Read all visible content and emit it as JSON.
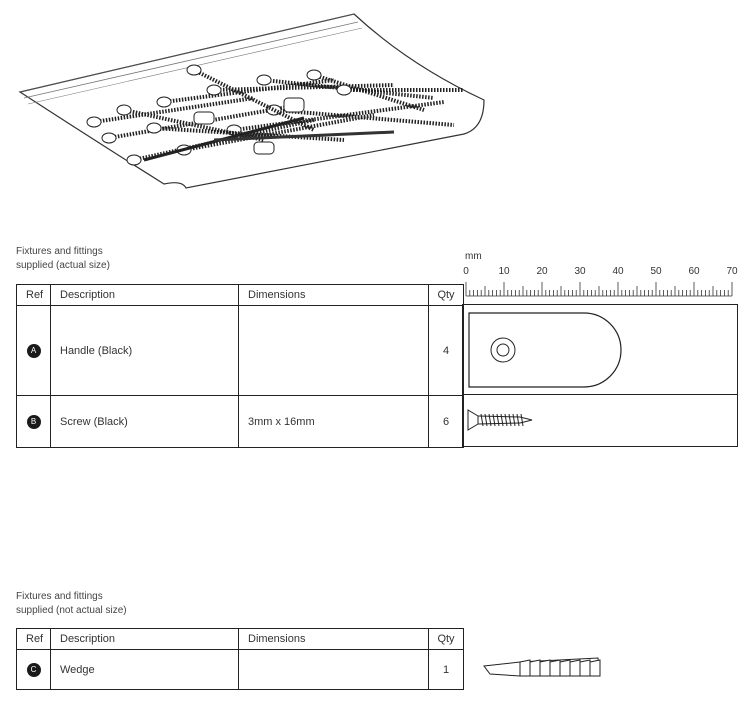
{
  "bag": {
    "illustration": "bag-of-screws"
  },
  "section1": {
    "caption_line1": "Fixtures and fittings",
    "caption_line2": "supplied (actual size)",
    "headers": {
      "ref": "Ref",
      "description": "Description",
      "dimensions": "Dimensions",
      "qty": "Qty"
    },
    "rows": [
      {
        "ref": "A",
        "description": "Handle (Black)",
        "dimensions": "",
        "qty": "4"
      },
      {
        "ref": "B",
        "description": "Screw (Black)",
        "dimensions": "3mm x 16mm",
        "qty": "6"
      }
    ],
    "ruler": {
      "unit": "mm",
      "labels": [
        "0",
        "10",
        "20",
        "30",
        "40",
        "50",
        "60",
        "70"
      ]
    }
  },
  "section2": {
    "caption_line1": "Fixtures and fittings",
    "caption_line2": "supplied (not actual size)",
    "headers": {
      "ref": "Ref",
      "description": "Description",
      "dimensions": "Dimensions",
      "qty": "Qty"
    },
    "rows": [
      {
        "ref": "C",
        "description": "Wedge",
        "dimensions": "",
        "qty": "1"
      }
    ]
  }
}
